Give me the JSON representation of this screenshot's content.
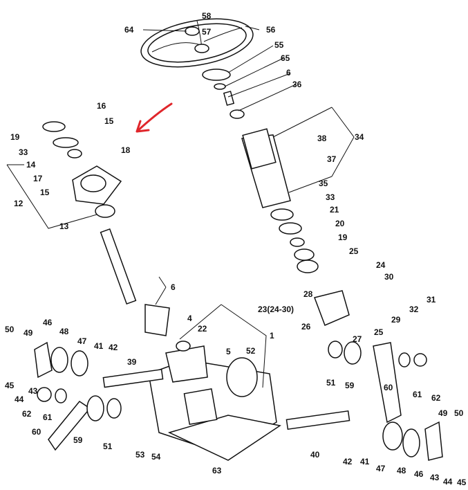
{
  "colors": {
    "line": "#111111",
    "annotation_arrow": "#e0262b",
    "background": "#ffffff"
  },
  "labels": {
    "n58": "58",
    "n57": "57",
    "n64": "64",
    "n56": "56",
    "n55": "55",
    "n65": "65",
    "n6a": "6",
    "n36": "36",
    "n34": "34",
    "n38": "38",
    "n37": "37",
    "n35": "35",
    "n33a": "33",
    "n21": "21",
    "n20": "20",
    "n19a": "19",
    "n25a": "25",
    "n24": "24",
    "n30": "30",
    "n31": "31",
    "n32": "32",
    "n29": "29",
    "n28": "28",
    "n23": "23(24-30)",
    "n26": "26",
    "n25b": "25",
    "n27": "27",
    "n16": "16",
    "n15a": "15",
    "n18": "18",
    "n19b": "19",
    "n33b": "33",
    "n14": "14",
    "n17": "17",
    "n15b": "15",
    "n12": "12",
    "n13": "13",
    "n6b": "6",
    "n4": "4",
    "n22": "22",
    "n1": "1",
    "n5": "5",
    "n52": "52",
    "n50a": "50",
    "n49a": "49",
    "n46a": "46",
    "n48a": "48",
    "n47a": "47",
    "n41a": "41",
    "n42a": "42",
    "n39": "39",
    "n45a": "45",
    "n44a": "44",
    "n43a": "43",
    "n62a": "62",
    "n61a": "61",
    "n60a": "60",
    "n59a": "59",
    "n51a": "51",
    "n53": "53",
    "n54": "54",
    "n63": "63",
    "n40": "40",
    "n42b": "42",
    "n41b": "41",
    "n47b": "47",
    "n48b": "48",
    "n46b": "46",
    "n43b": "43",
    "n44b": "44",
    "n45b": "45",
    "n49b": "49",
    "n50b": "50",
    "n51b": "51",
    "n59b": "59",
    "n60b": "60",
    "n61b": "61",
    "n62b": "62"
  }
}
